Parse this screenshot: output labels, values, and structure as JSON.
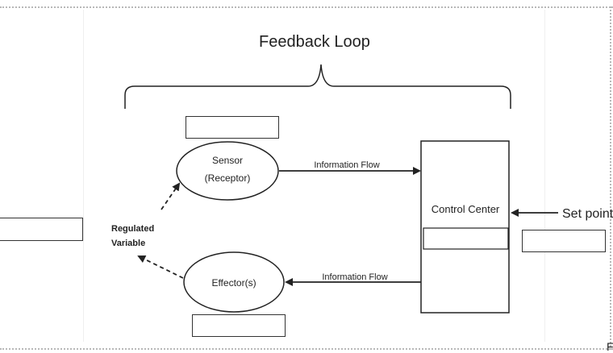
{
  "diagram": {
    "title": "Feedback Loop",
    "sensor": {
      "line1": "Sensor",
      "line2": "(Receptor)"
    },
    "control_center": "Control Center",
    "effector": "Effector(s)",
    "set_point": "Set point",
    "regulated_variable": {
      "line1": "Regulated",
      "line2": "Variable"
    },
    "info_flow_top": "Information Flow",
    "info_flow_bottom": "Information Flow",
    "corner_glyph": "F"
  }
}
